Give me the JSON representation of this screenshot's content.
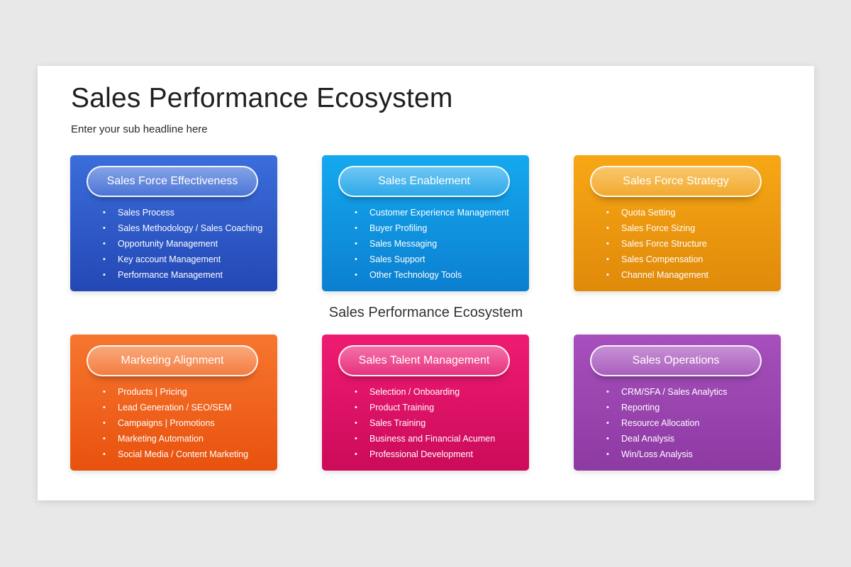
{
  "slide": {
    "title": "Sales Performance Ecosystem",
    "subtitle": "Enter your sub headline here",
    "center_label": "Sales Performance Ecosystem"
  },
  "cards": [
    {
      "title": "Sales Force Effectiveness",
      "color": "#2f5bcc",
      "items": [
        "Sales Process",
        "Sales Methodology / Sales Coaching",
        "Opportunity Management",
        "Key account Management",
        "Performance Management"
      ]
    },
    {
      "title": "Sales Enablement",
      "color": "#0f96e3",
      "items": [
        "Customer Experience Management",
        "Buyer Profiling",
        "Sales Messaging",
        "Sales Support",
        "Other Technology Tools"
      ]
    },
    {
      "title": "Sales Force Strategy",
      "color": "#ee9a10",
      "items": [
        "Quota Setting",
        "Sales Force Sizing",
        "Sales Force Structure",
        "Sales Compensation",
        "Channel Management"
      ]
    },
    {
      "title": "Marketing Alignment",
      "color": "#f0641f",
      "items": [
        "Products | Pricing",
        "Lead Generation / SEO/SEM",
        "Campaigns | Promotions",
        "Marketing Automation",
        "Social Media / Content Marketing"
      ]
    },
    {
      "title": "Sales Talent Management",
      "color": "#e01466",
      "items": [
        "Selection / Onboarding",
        "Product Training",
        "Sales Training",
        "Business and Financial Acumen",
        "Professional Development"
      ]
    },
    {
      "title": "Sales Operations",
      "color": "#9a45b0",
      "items": [
        "CRM/SFA / Sales Analytics",
        "Reporting",
        "Resource Allocation",
        "Deal Analysis",
        "Win/Loss Analysis"
      ]
    }
  ]
}
